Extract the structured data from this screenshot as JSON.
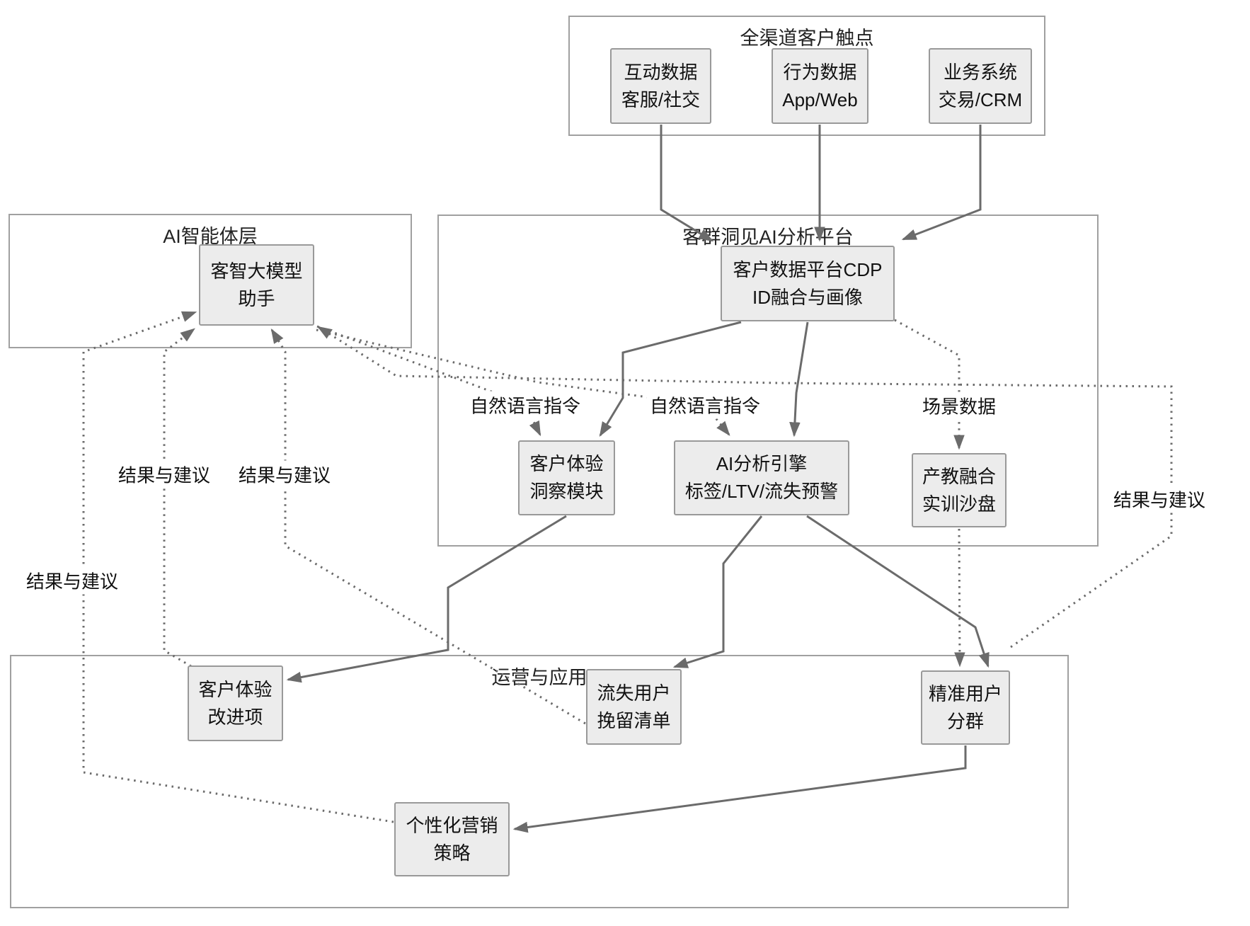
{
  "diagram": {
    "containers": {
      "touchpoints": {
        "title": "全渠道客户触点"
      },
      "ai_layer": {
        "title": "AI智能体层"
      },
      "platform": {
        "title": "客群洞见AI分析平台"
      },
      "operations": {
        "title": "运营与应用"
      }
    },
    "nodes": {
      "interaction": {
        "label": "互动数据\n客服/社交"
      },
      "behavior": {
        "label": "行为数据\nApp/Web"
      },
      "business": {
        "label": "业务系统\n交易/CRM"
      },
      "assistant": {
        "label": "客智大模型\n助手"
      },
      "cdp": {
        "label": "客户数据平台CDP\nID融合与画像"
      },
      "cx_module": {
        "label": "客户体验\n洞察模块"
      },
      "ai_engine": {
        "label": "AI分析引擎\n标签/LTV/流失预警"
      },
      "sandbox": {
        "label": "产教融合\n实训沙盘"
      },
      "cx_improvements": {
        "label": "客户体验\n改进项"
      },
      "churn_list": {
        "label": "流失用户\n挽留清单"
      },
      "segments": {
        "label": "精准用户\n分群"
      },
      "marketing": {
        "label": "个性化营销\n策略"
      }
    },
    "edge_labels": {
      "nl1": "自然语言指令",
      "nl2": "自然语言指令",
      "scene": "场景数据",
      "fb1": "结果与建议",
      "fb2": "结果与建议",
      "fb3": "结果与建议",
      "fb4": "结果与建议"
    },
    "colors": {
      "node_fill": "#ececec",
      "node_border": "#999999",
      "container_border": "#a0a0a0",
      "line": "#6b6b6b",
      "text": "#111111"
    }
  }
}
